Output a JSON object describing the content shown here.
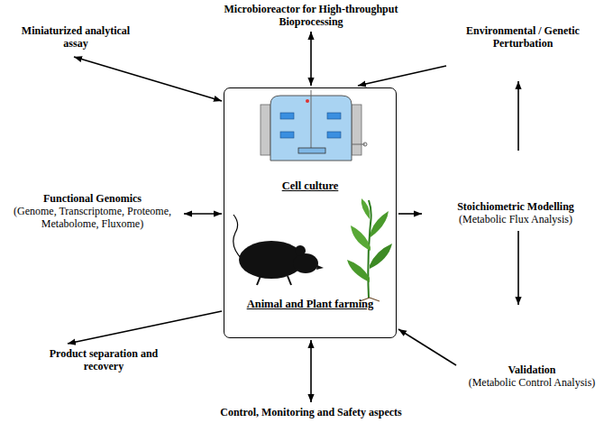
{
  "diagram": {
    "nodes": [
      {
        "text": [
          "Cell culture",
          "Animal and Plant farming"
        ]
      },
      {
        "text": [
          "Miniaturized analytical assay"
        ]
      },
      {
        "text": [
          "Microbioreactor for High-throughput Bioprocessing"
        ]
      },
      {
        "text": [
          "Environmental / Genetic Perturbation"
        ]
      },
      {
        "text": [
          "Functional Genomics",
          "(Genome, Transcriptome, Proteome, Metabolome, Fluxome)"
        ]
      },
      {
        "text": [
          "Stoichiometric Modelling",
          "(Metabolic Flux Analysis)"
        ]
      },
      {
        "text": [
          "Product separation and recovery"
        ]
      },
      {
        "text": [
          "Validation",
          "(Metabolic Control Analysis)"
        ]
      },
      {
        "text": [
          "Control, Monitoring and Safety aspects"
        ]
      }
    ],
    "edges": [
      {
        "from": 1,
        "to": 0,
        "arrow": "both"
      },
      {
        "from": 2,
        "to": 0,
        "arrow": "both"
      },
      {
        "from": 3,
        "to": 0,
        "arrow": "to"
      },
      {
        "from": 4,
        "to": 0,
        "arrow": "both"
      },
      {
        "from": 0,
        "to": 5,
        "arrow": "to"
      },
      {
        "from": 5,
        "to": 3,
        "arrow": "to"
      },
      {
        "from": 5,
        "to": 7,
        "arrow": "to"
      },
      {
        "from": 7,
        "to": 0,
        "arrow": "to"
      },
      {
        "from": 0,
        "to": 6,
        "arrow": "to"
      },
      {
        "from": 0,
        "to": 8,
        "arrow": "both"
      }
    ]
  }
}
